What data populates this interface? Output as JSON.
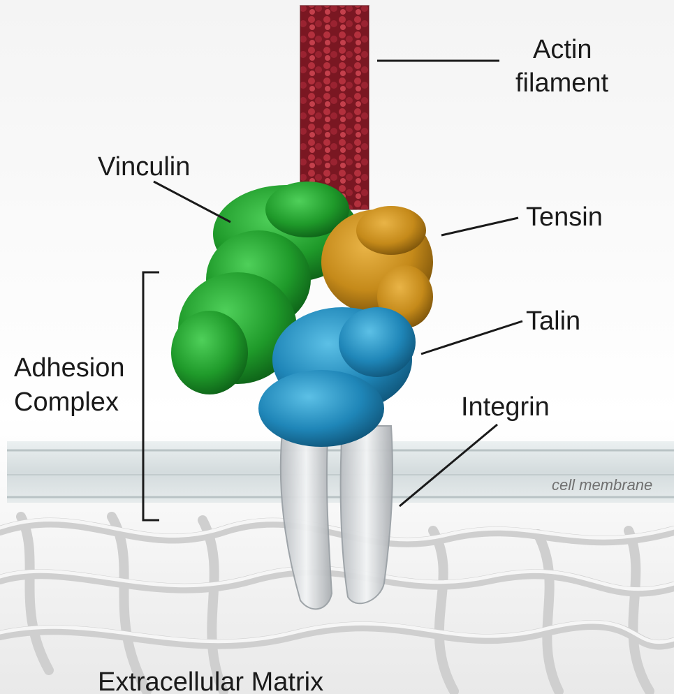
{
  "labels": {
    "actin": "Actin filament",
    "actin_line1": "Actin",
    "actin_line2": "filament",
    "vinculin": "Vinculin",
    "tensin": "Tensin",
    "talin": "Talin",
    "integrin": "Integrin",
    "adhesion_line1": "Adhesion",
    "adhesion_line2": "Complex",
    "membrane": "cell membrane",
    "ecm": "Extracellular Matrix"
  },
  "colors": {
    "actin": "#8e1f2b",
    "vinculin": "#1f9a2a",
    "tensin": "#c58a1a",
    "talin": "#1f86b8",
    "integrin": "#d9dcdf",
    "membrane": "#cfd6d8",
    "matrix": "#e6e6e6"
  }
}
